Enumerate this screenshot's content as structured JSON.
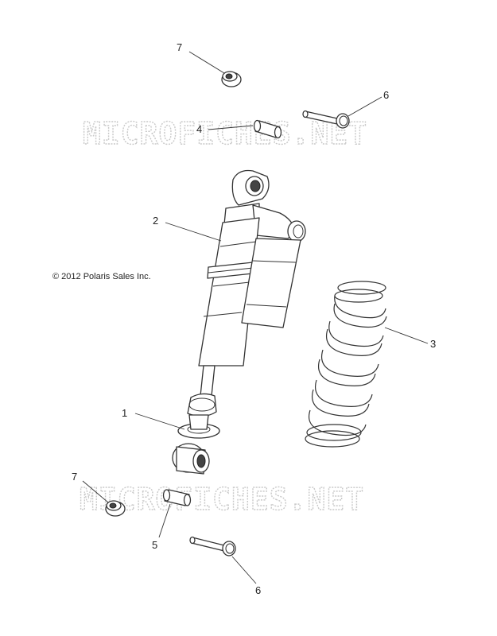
{
  "copyright": "© 2012 Polaris Sales Inc.",
  "watermark": "MICROFICHES.NET",
  "callouts": {
    "c7_top": "7",
    "c6_top": "6",
    "c4": "4",
    "c2": "2",
    "c3": "3",
    "c1": "1",
    "c7_bottom": "7",
    "c5": "5",
    "c6_bottom": "6"
  },
  "colors": {
    "line": "#333333",
    "watermark_outline": "#c9c9c9",
    "background": "#ffffff"
  }
}
